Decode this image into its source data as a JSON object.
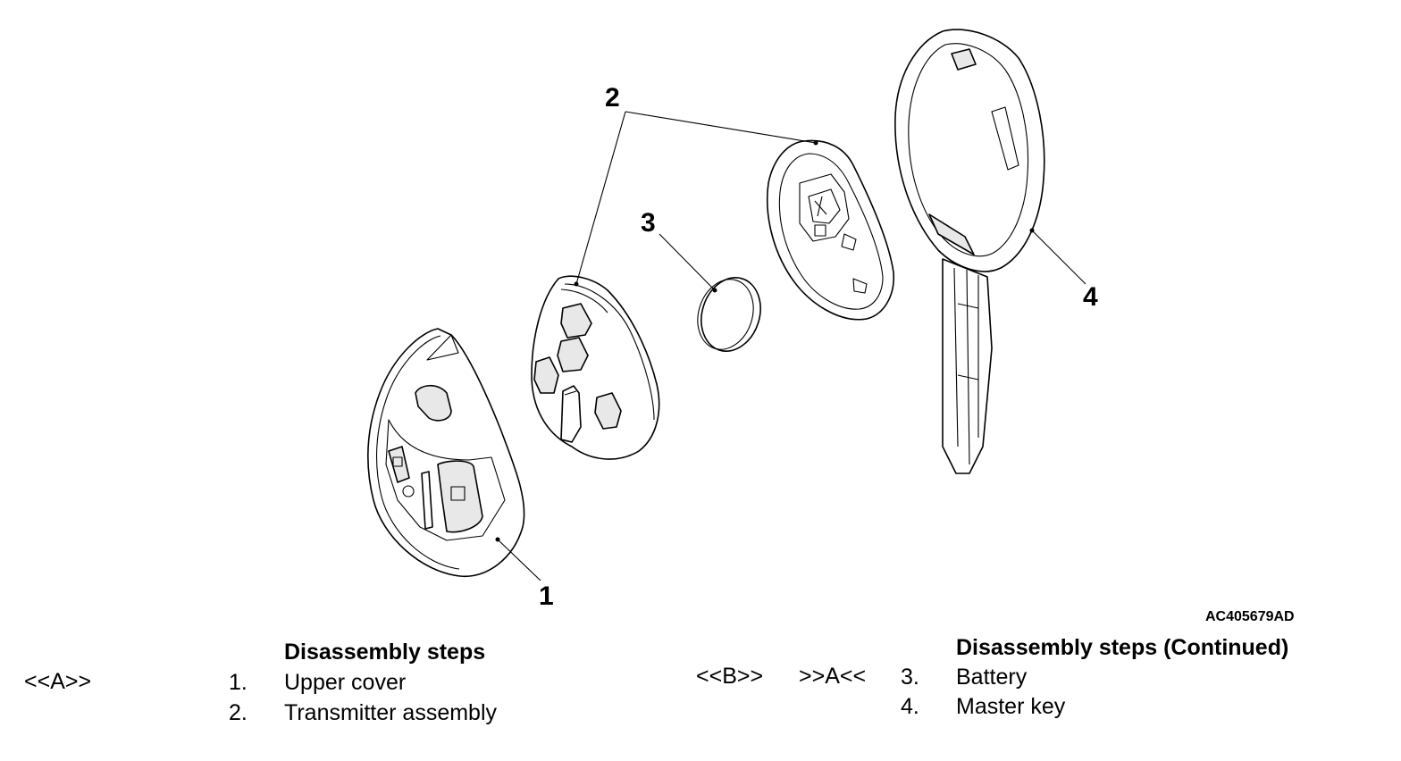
{
  "figure_code": "AC405679AD",
  "callouts": [
    "1",
    "2",
    "3",
    "4"
  ],
  "left_table": {
    "heading": "Disassembly steps",
    "rows": [
      {
        "tag": "<<A>>",
        "num": "1.",
        "item": "Upper cover"
      },
      {
        "tag": "",
        "num": "2.",
        "item": "Transmitter assembly"
      }
    ]
  },
  "right_table": {
    "heading": "Disassembly steps (Continued)",
    "rows": [
      {
        "tag_removal": "<<B>>",
        "tag_install": ">>A<<",
        "num": "3.",
        "item": "Battery"
      },
      {
        "tag_removal": "",
        "tag_install": "",
        "num": "4.",
        "item": "Master key"
      }
    ]
  }
}
